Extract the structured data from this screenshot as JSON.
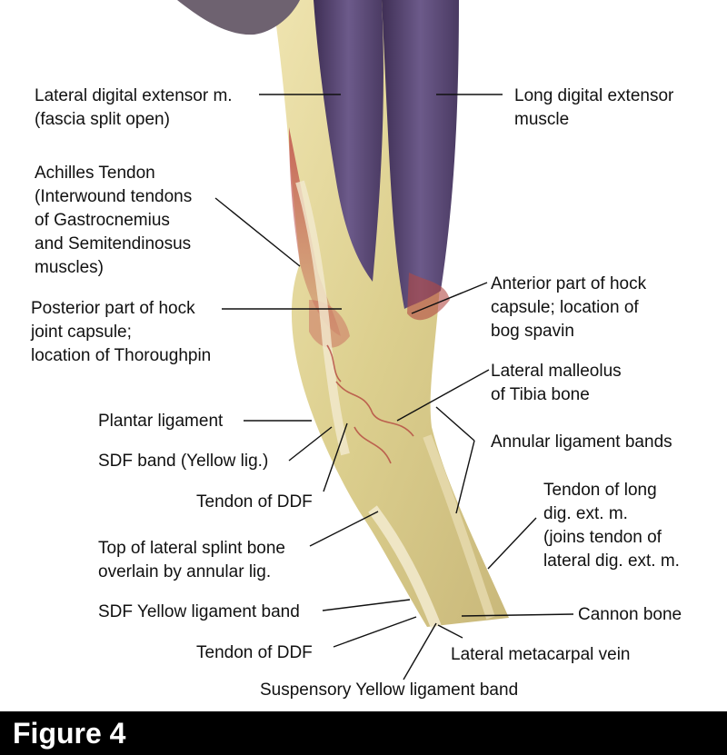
{
  "figure_label": "Figure 4",
  "colors": {
    "background": "#ffffff",
    "leader_line": "#111111",
    "muscle": "#5e4a78",
    "tendon": "#e3d79c",
    "footer": "#000000"
  },
  "labels": [
    {
      "id": "lateral-digital-extensor",
      "lines": [
        "Lateral digital extensor m.",
        "(fascia split open)"
      ]
    },
    {
      "id": "long-digital-extensor",
      "lines": [
        "Long digital extensor",
        "muscle"
      ]
    },
    {
      "id": "achilles-tendon",
      "lines": [
        "Achilles Tendon",
        "(Interwound tendons",
        "of Gastrocnemius",
        "and Semitendinosus",
        "muscles)"
      ]
    },
    {
      "id": "posterior-hock-capsule",
      "lines": [
        "Posterior part of hock",
        "joint capsule;",
        "location of Thoroughpin"
      ]
    },
    {
      "id": "anterior-hock-capsule",
      "lines": [
        "Anterior part of hock",
        "capsule; location of",
        "bog spavin"
      ]
    },
    {
      "id": "lateral-malleolus",
      "lines": [
        "Lateral malleolus",
        "of Tibia bone"
      ]
    },
    {
      "id": "plantar-ligament",
      "lines": [
        "Plantar ligament"
      ]
    },
    {
      "id": "annular-ligament-bands",
      "lines": [
        "Annular ligament bands"
      ]
    },
    {
      "id": "sdf-band",
      "lines": [
        "SDF band (Yellow lig.)"
      ]
    },
    {
      "id": "tendon-ddf-upper",
      "lines": [
        "Tendon of DDF"
      ]
    },
    {
      "id": "tendon-long-dig-ext",
      "lines": [
        "Tendon of long",
        "dig. ext. m.",
        "(joins tendon of",
        "lateral dig. ext. m."
      ]
    },
    {
      "id": "top-lateral-splint",
      "lines": [
        "Top of lateral splint bone",
        "overlain by annular lig."
      ]
    },
    {
      "id": "sdf-yellow-ligament",
      "lines": [
        "SDF Yellow ligament band"
      ]
    },
    {
      "id": "cannon-bone",
      "lines": [
        "Cannon bone"
      ]
    },
    {
      "id": "tendon-ddf-lower",
      "lines": [
        "Tendon of DDF"
      ]
    },
    {
      "id": "lateral-metacarpal-vein",
      "lines": [
        "Lateral metacarpal vein"
      ]
    },
    {
      "id": "suspensory-yellow-ligament",
      "lines": [
        "Suspensory Yellow ligament band"
      ]
    }
  ]
}
